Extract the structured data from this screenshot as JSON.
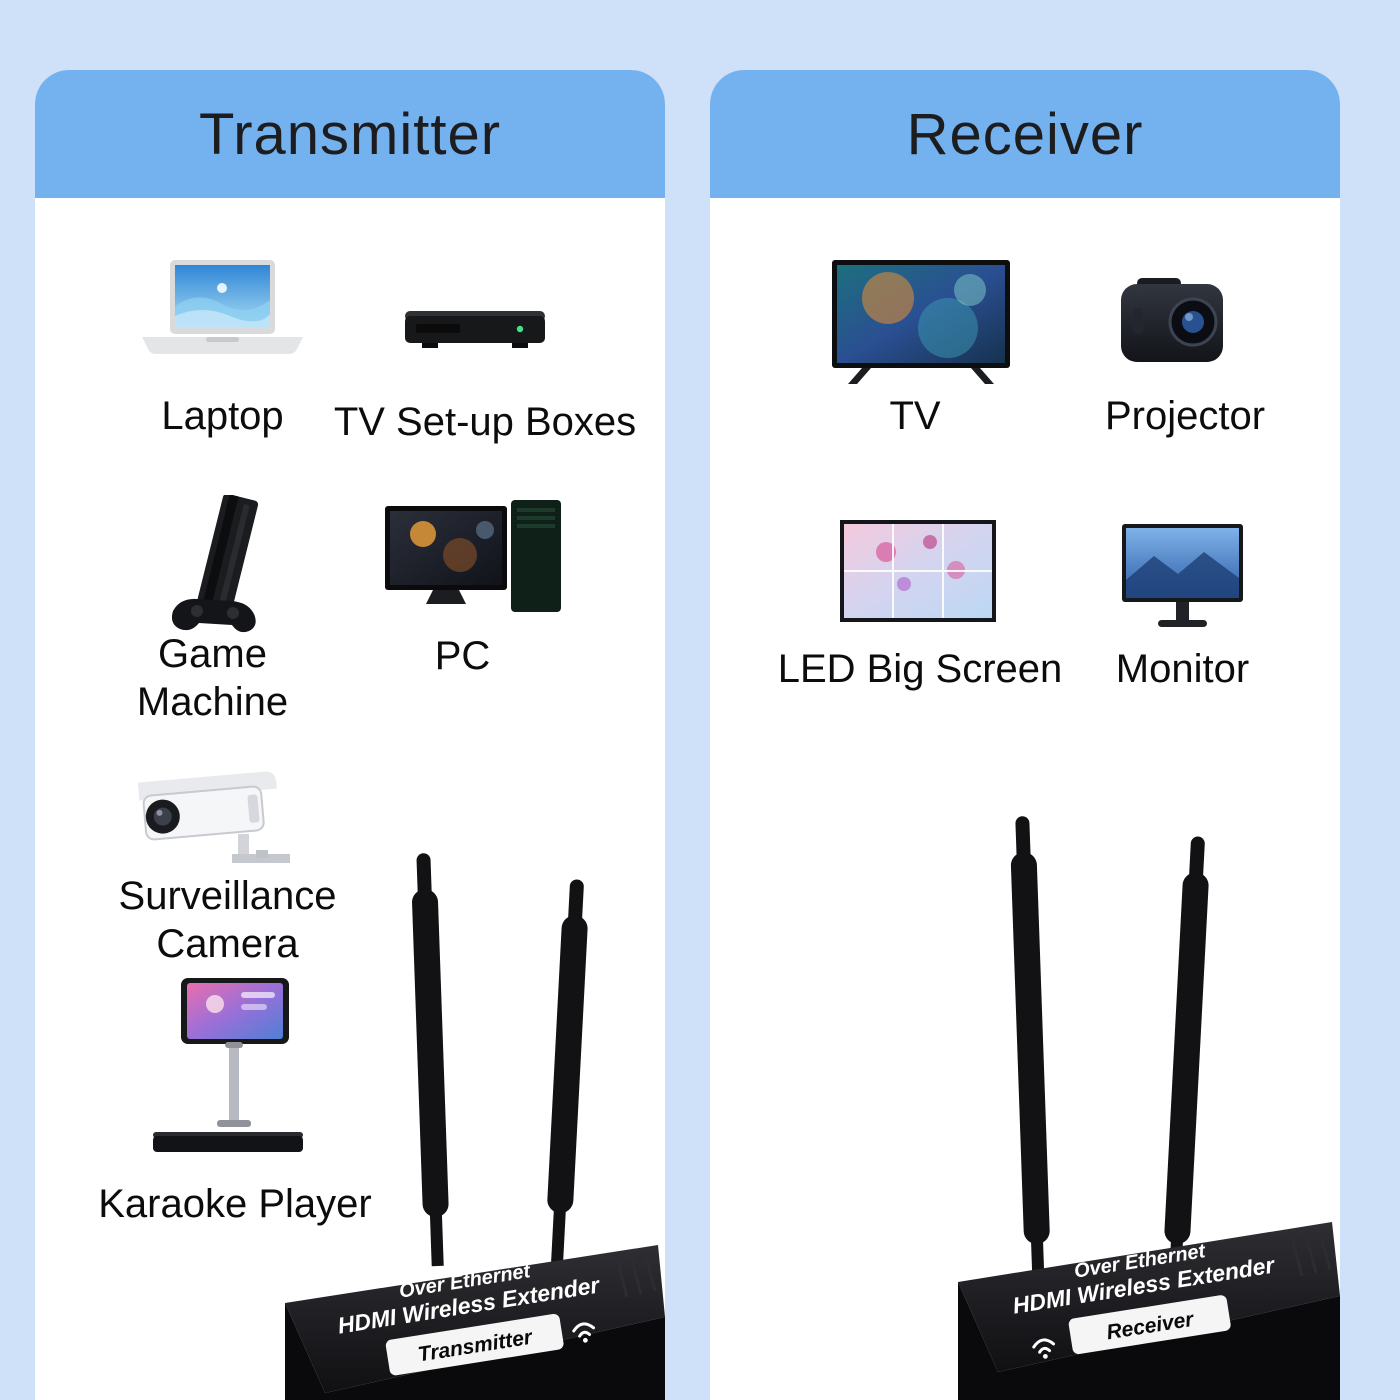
{
  "colors": {
    "background": "#cfe1f8",
    "panel": "#ffffff",
    "header": "#74b2ef",
    "label_text": "#0c0c0c"
  },
  "panels": [
    {
      "title": "Transmitter",
      "items": [
        {
          "name": "laptop",
          "label": "Laptop"
        },
        {
          "name": "tv-set-up-boxes",
          "label": "TV Set-up Boxes"
        },
        {
          "name": "game-machine",
          "label": "Game Machine"
        },
        {
          "name": "pc",
          "label": "PC"
        },
        {
          "name": "surveillance-camera",
          "label": "Surveillance Camera"
        },
        {
          "name": "karaoke-player",
          "label": "Karaoke Player"
        }
      ],
      "device": {
        "line1": "Over Ethernet",
        "line2": "HDMI Wireless Extender",
        "badge": "Transmitter"
      }
    },
    {
      "title": "Receiver",
      "items": [
        {
          "name": "tv",
          "label": "TV"
        },
        {
          "name": "projector",
          "label": "Projector"
        },
        {
          "name": "led-big-screen",
          "label": "LED Big Screen"
        },
        {
          "name": "monitor",
          "label": "Monitor"
        }
      ],
      "device": {
        "line1": "Over Ethernet",
        "line2": "HDMI Wireless Extender",
        "badge": "Receiver"
      }
    }
  ]
}
